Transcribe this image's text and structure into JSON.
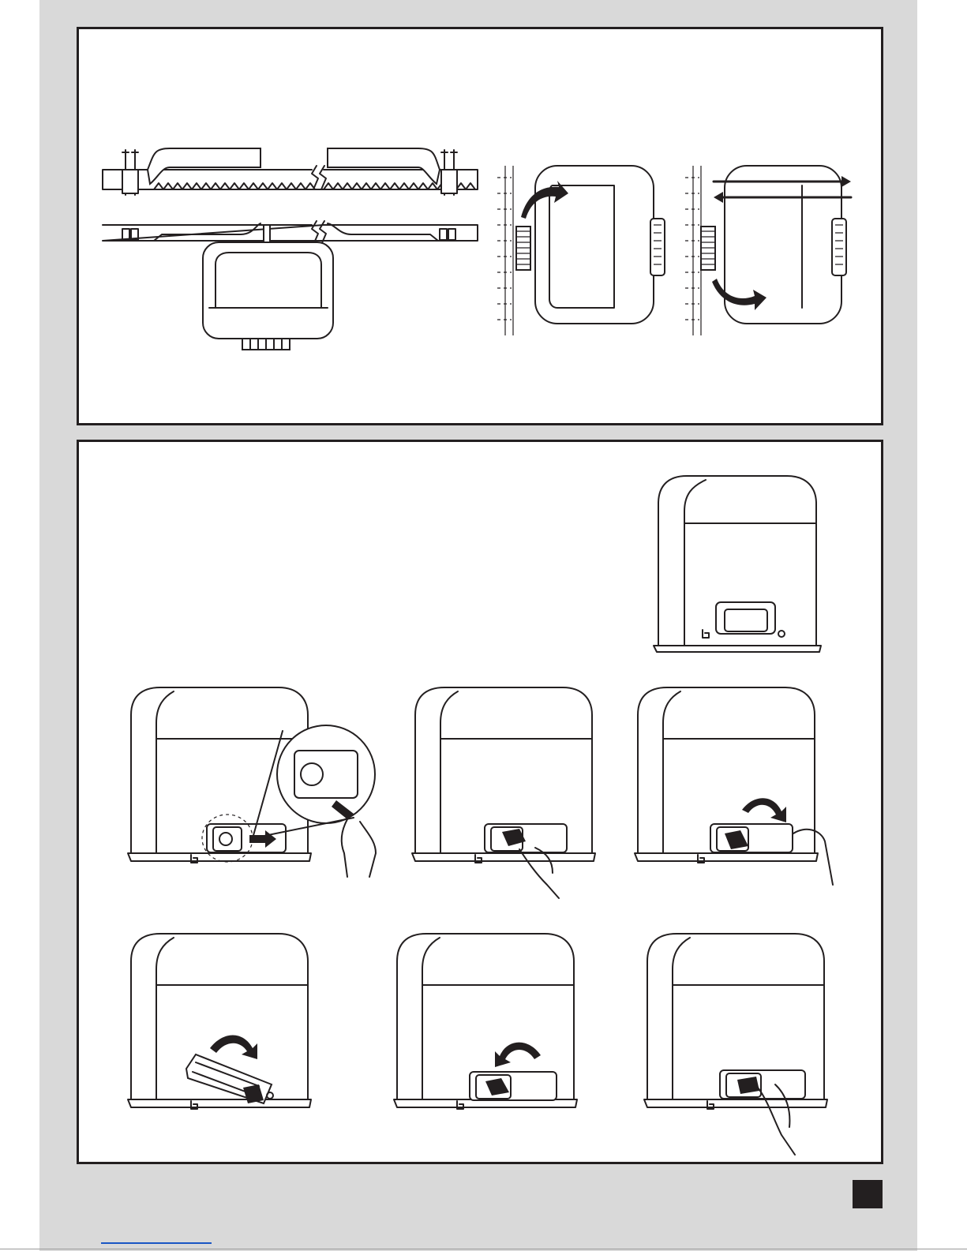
{
  "page": {
    "page_number": "",
    "colors": {
      "ink": "#231f20",
      "paper": "#ffffff",
      "margin": "#d9d9d9",
      "link": "#1a56c4"
    }
  },
  "figures": {
    "top_panel": [
      "rack-and-motor-front-view",
      "motor-side-view-rotate",
      "motor-side-view-slide"
    ],
    "bottom_panel": [
      "motor-unit-closed",
      "step-1-insert-key",
      "step-2-turn-key",
      "step-3-open-lever",
      "step-4-lever-open",
      "step-5-close-lever",
      "step-6-remove-key"
    ]
  }
}
